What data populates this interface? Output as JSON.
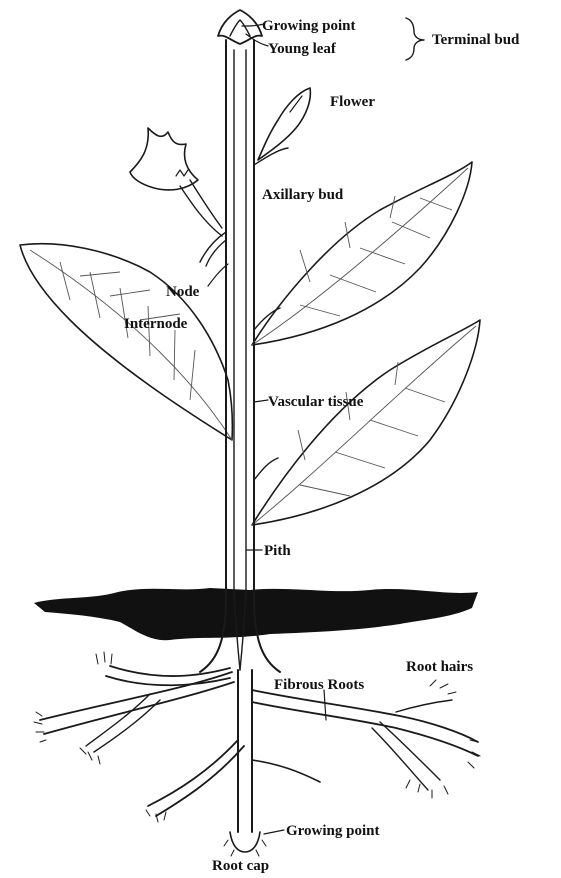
{
  "labels": {
    "growing_point_top": "Growing point",
    "young_leaf": "Young leaf",
    "terminal_bud": "Terminal bud",
    "flower": "Flower",
    "axillary_bud": "Axillary bud",
    "node": "Node",
    "internode": "Internode",
    "vascular_tissue": "Vascular tissue",
    "pith": "Pith",
    "fibrous_roots": "Fibrous Roots",
    "root_hairs": "Root hairs",
    "growing_point_root": "Growing point",
    "root_cap": "Root cap"
  }
}
